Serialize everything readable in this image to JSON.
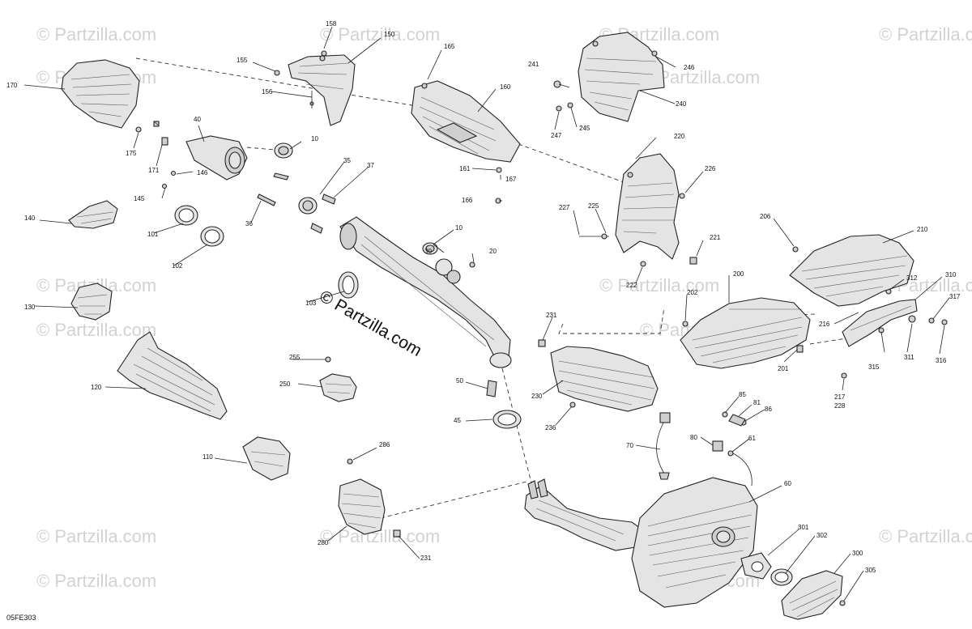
{
  "watermark": {
    "text": "© Partzilla.com",
    "center_text": "© Partzilla.com"
  },
  "diagram_code": "05FE303",
  "callouts": {
    "c10a": "10",
    "c10b": "10",
    "c20": "20",
    "c30": "30",
    "c35": "35",
    "c36": "36",
    "c37": "37",
    "c40": "40",
    "c45": "45",
    "c50": "50",
    "c60": "60",
    "c61": "61",
    "c70": "70",
    "c80": "80",
    "c81": "81",
    "c85": "85",
    "c86": "86",
    "c101": "101",
    "c102": "102",
    "c103": "103",
    "c110": "110",
    "c120": "120",
    "c130": "130",
    "c140": "140",
    "c145": "145",
    "c146": "146",
    "c150": "150",
    "c155": "155",
    "c156": "156",
    "c158": "158",
    "c160": "160",
    "c161": "161",
    "c165": "165",
    "c166": "166",
    "c167": "167",
    "c170": "170",
    "c171": "171",
    "c175": "175",
    "c200": "200",
    "c201": "201",
    "c202": "202",
    "c206": "206",
    "c210": "210",
    "c216": "216",
    "c217": "217",
    "c220": "220",
    "c221": "221",
    "c222": "222",
    "c225": "225",
    "c226": "226",
    "c227": "227",
    "c228": "228",
    "c230": "230",
    "c231a": "231",
    "c231b": "231",
    "c236": "236",
    "c240": "240",
    "c241": "241",
    "c245": "245",
    "c246": "246",
    "c247": "247",
    "c250": "250",
    "c255": "255",
    "c280": "280",
    "c286": "286",
    "c300": "300",
    "c301": "301",
    "c302": "302",
    "c305": "305",
    "c310": "310",
    "c311": "311",
    "c312": "312",
    "c315": "315",
    "c316": "316",
    "c317": "317"
  }
}
